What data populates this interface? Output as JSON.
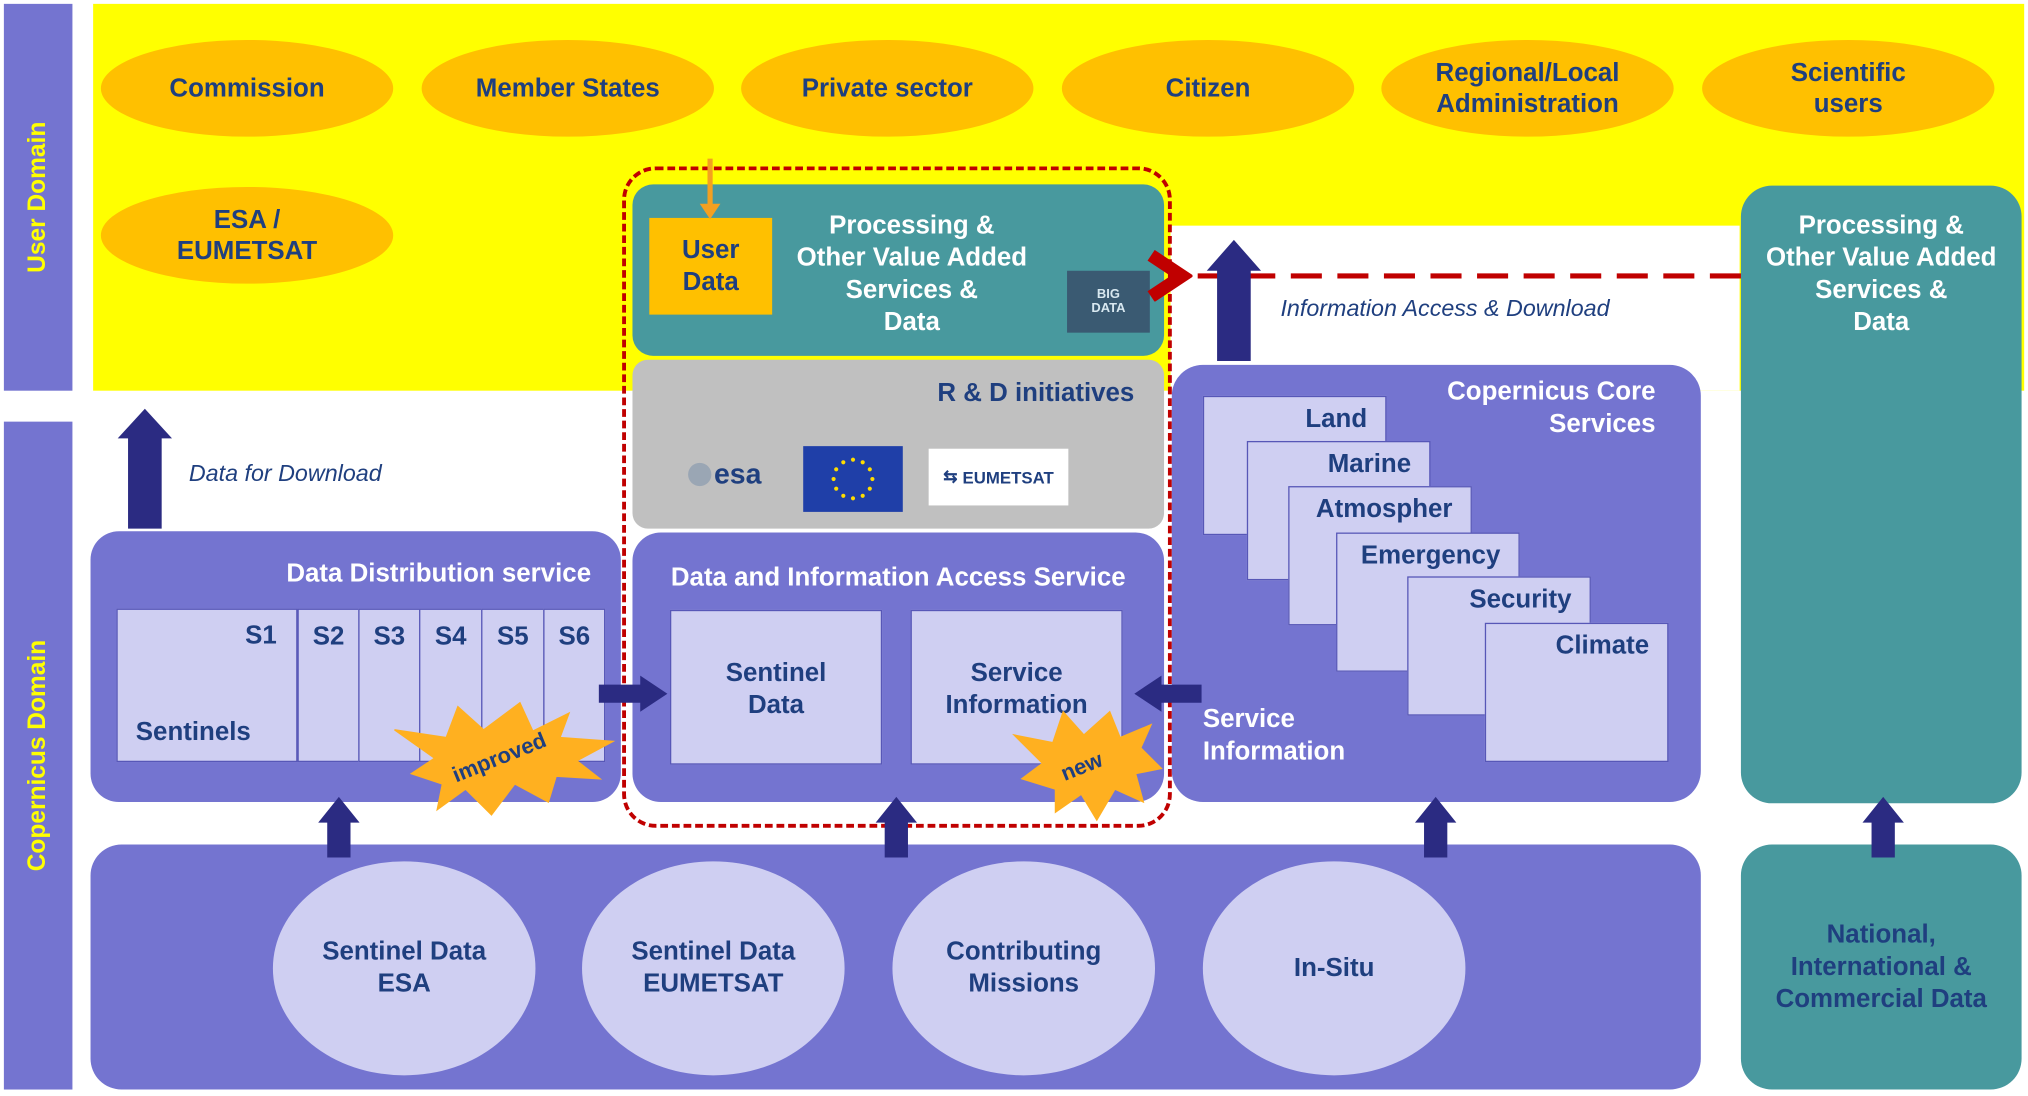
{
  "side_labels": {
    "user_domain": "User Domain",
    "copernicus_domain": "Copernicus Domain"
  },
  "user_entities": [
    "Commission",
    "Member States",
    "Private sector",
    "Citizen",
    "Regional/Local\nAdministration",
    "Scientific\nusers",
    "ESA /\nEUMETSAT"
  ],
  "processing_center": {
    "title": "Processing &\nOther Value Added\nServices &\nData",
    "user_data": "User\nData",
    "image_text": "BIG\nDATA"
  },
  "processing_right": {
    "title": "Processing &\nOther Value Added\nServices &\nData"
  },
  "rd": {
    "title": "R & D initiatives",
    "logo_esa": "esa",
    "logo_eumetsat": "EUMETSAT"
  },
  "data_distribution": {
    "title": "Data Distribution service",
    "sentinels": [
      "S1",
      "S2",
      "S3",
      "S4",
      "S5",
      "S6"
    ],
    "sentinels_label": "Sentinels",
    "badge": "improved"
  },
  "dias": {
    "title": "Data and Information Access Service",
    "sentinel_data": "Sentinel\nData",
    "service_information": "Service\nInformation",
    "badge": "new"
  },
  "core_services": {
    "title": "Copernicus Core\nServices",
    "services": [
      "Land",
      "Marine",
      "Atmospher",
      "Emergency",
      "Security",
      "Climate"
    ],
    "service_information": "Service\nInformation"
  },
  "sources": [
    "Sentinel Data\nESA",
    "Sentinel Data\nEUMETSAT",
    "Contributing\nMissions",
    "In-Situ"
  ],
  "national": "National,\nInternational &\nCommercial Data",
  "flows": {
    "data_download": "Data for Download",
    "info_access": "Information Access & Download"
  },
  "colors": {
    "user_domain_bg": "#ffff00",
    "ellipse": "#ffc000",
    "copernicus_purple": "#7474d0",
    "teal": "#48999e",
    "lavender": "#cfcff2",
    "grey": "#c0c0c0",
    "navy_text": "#1f3f7f",
    "arrow": "#2b2b82",
    "dashed_border": "#c00000",
    "burst": "#ffb020"
  }
}
